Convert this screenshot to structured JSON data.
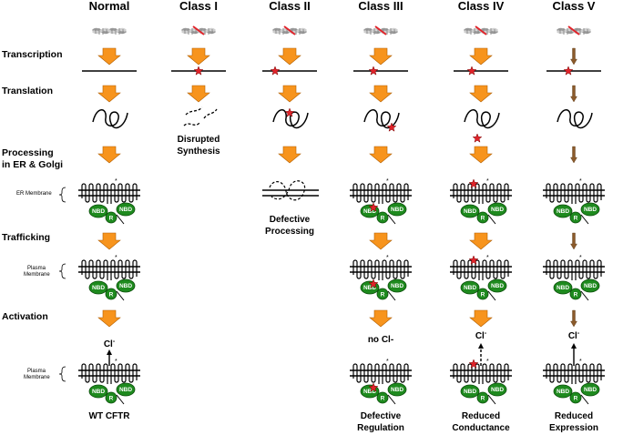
{
  "columns": [
    {
      "key": "normal",
      "header": "Normal"
    },
    {
      "key": "class1",
      "header": "Class I"
    },
    {
      "key": "class2",
      "header": "Class II"
    },
    {
      "key": "class3",
      "header": "Class III"
    },
    {
      "key": "class4",
      "header": "Class IV"
    },
    {
      "key": "class5",
      "header": "Class V"
    }
  ],
  "stages": {
    "transcription": "Transcription",
    "translation": "Translation",
    "processing_line1": "Processing",
    "processing_line2": "in ER & Golgi",
    "trafficking": "Trafficking",
    "activation": "Activation"
  },
  "membranes": {
    "er": "ER Membrane",
    "plasma_line1": "Plasma",
    "plasma_line2": "Membrane"
  },
  "protein_labels": {
    "nbd": "NBD",
    "r": "R"
  },
  "ion": {
    "symbol": "Cl",
    "charge": "-"
  },
  "no_chloride": "no Cl-",
  "outcomes": {
    "normal": "WT CFTR",
    "class1": [
      "Disrupted",
      "Synthesis"
    ],
    "class2": [
      "Defective",
      "Processing"
    ],
    "class3": [
      "Defective",
      "Regulation"
    ],
    "class4": [
      "Reduced",
      "Conductance"
    ],
    "class5": [
      "Reduced",
      "Expression"
    ]
  },
  "colors": {
    "arrow_orange": "#f7941d",
    "arrow_dark": "#7a4a1a",
    "nbd_green": "#1e8a1e",
    "mutation_red": "#e0232a",
    "dna_grey": "#b3b3b3",
    "text": "#000000"
  }
}
